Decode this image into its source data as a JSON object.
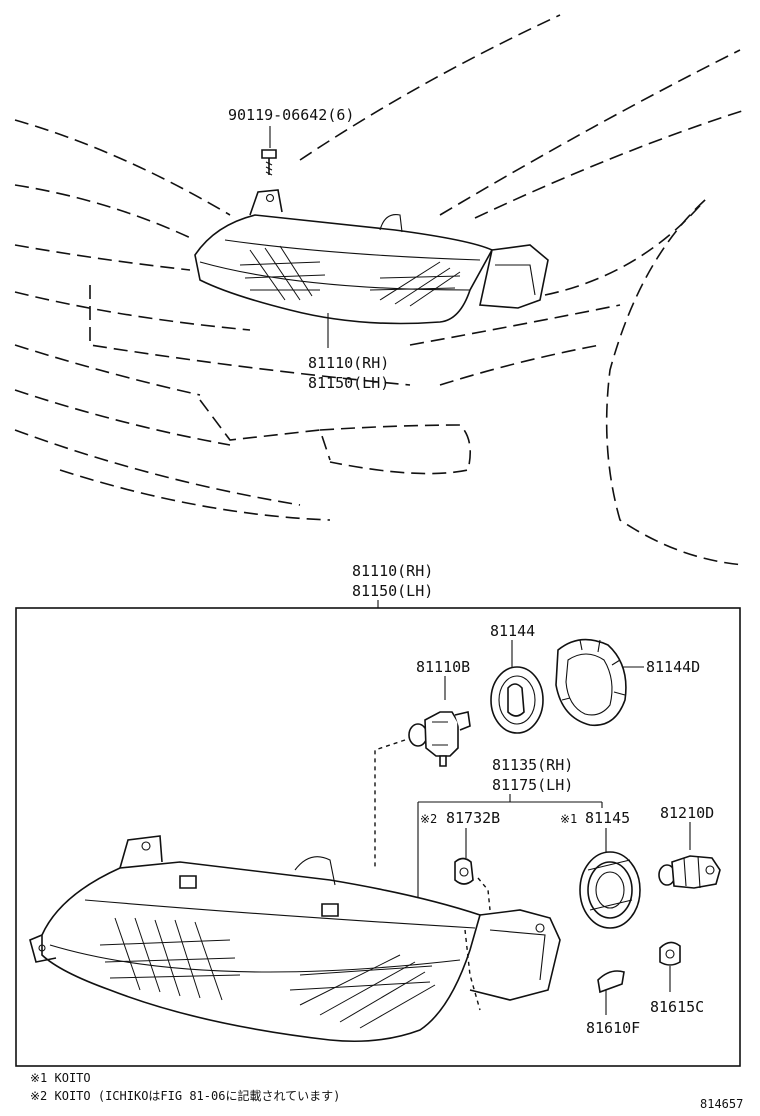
{
  "top": {
    "bolt_label": "90119-06642(6)",
    "assembly_rh": "81110(RH)",
    "assembly_lh": "81150(LH)"
  },
  "detail": {
    "assembly_rh": "81110(RH)",
    "assembly_lh": "81150(LH)",
    "bulb": "81110B",
    "socket_cover": "81144",
    "retainer_ring": "81144D",
    "sub_rh": "81135(RH)",
    "sub_lh": "81175(LH)",
    "mark2": "※2",
    "socket_small": "81732B",
    "mark1": "※1",
    "socket_large": "81145",
    "bulb_small": "81210D",
    "socket_clip": "81615C",
    "reflector": "81610F"
  },
  "footnotes": {
    "note1": "※1 KOITO",
    "note2": "※2 KOITO (ICHIKOはFIG 81-06に記載されています)"
  },
  "figure_id": "814657"
}
